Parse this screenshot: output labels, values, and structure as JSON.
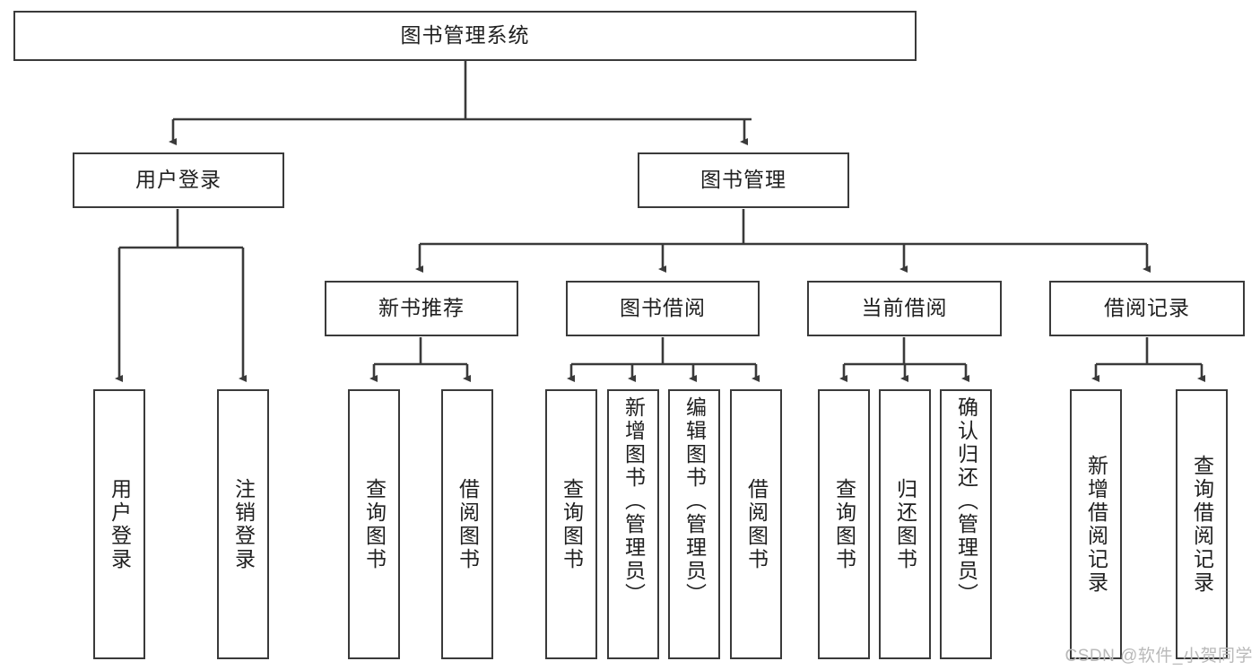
{
  "diagram": {
    "title": "图书管理系统",
    "type": "hierarchy-tree",
    "watermark": "CSDN @软件_小贺同学",
    "stroke_color": "#3a3a3a",
    "text_color": "#202020",
    "background_color": "#ffffff",
    "levels": [
      {
        "level": 1,
        "nodes": [
          {
            "id": "root",
            "label": "图书管理系统"
          }
        ]
      },
      {
        "level": 2,
        "nodes": [
          {
            "id": "user-login",
            "label": "用户登录",
            "parent": "root"
          },
          {
            "id": "book-manage",
            "label": "图书管理",
            "parent": "root"
          }
        ]
      },
      {
        "level": 3,
        "nodes": [
          {
            "id": "new-book-recommend",
            "label": "新书推荐",
            "parent": "book-manage"
          },
          {
            "id": "book-borrow",
            "label": "图书借阅",
            "parent": "book-manage"
          },
          {
            "id": "current-borrow",
            "label": "当前借阅",
            "parent": "book-manage"
          },
          {
            "id": "borrow-record",
            "label": "借阅记录",
            "parent": "book-manage"
          }
        ]
      },
      {
        "level": 4,
        "nodes": [
          {
            "id": "leaf-user-login",
            "label": "用户登录",
            "parent": "user-login"
          },
          {
            "id": "leaf-user-logout",
            "label": "注销登录",
            "parent": "user-login"
          },
          {
            "id": "leaf-query-book-1",
            "label": "查询图书",
            "parent": "new-book-recommend"
          },
          {
            "id": "leaf-borrow-book-1",
            "label": "借阅图书",
            "parent": "new-book-recommend"
          },
          {
            "id": "leaf-query-book-2",
            "label": "查询图书",
            "parent": "book-borrow"
          },
          {
            "id": "leaf-add-book",
            "label": "新增图书（管理员）",
            "parent": "book-borrow"
          },
          {
            "id": "leaf-edit-book",
            "label": "编辑图书（管理员）",
            "parent": "book-borrow"
          },
          {
            "id": "leaf-borrow-book-2",
            "label": "借阅图书",
            "parent": "book-borrow"
          },
          {
            "id": "leaf-query-book-3",
            "label": "查询图书",
            "parent": "current-borrow"
          },
          {
            "id": "leaf-return-book",
            "label": "归还图书",
            "parent": "current-borrow"
          },
          {
            "id": "leaf-confirm-return",
            "label": "确认归还（管理员）",
            "parent": "current-borrow"
          },
          {
            "id": "leaf-add-record",
            "label": "新增借阅记录",
            "parent": "borrow-record"
          },
          {
            "id": "leaf-query-record",
            "label": "查询借阅记录",
            "parent": "borrow-record"
          }
        ]
      }
    ]
  }
}
